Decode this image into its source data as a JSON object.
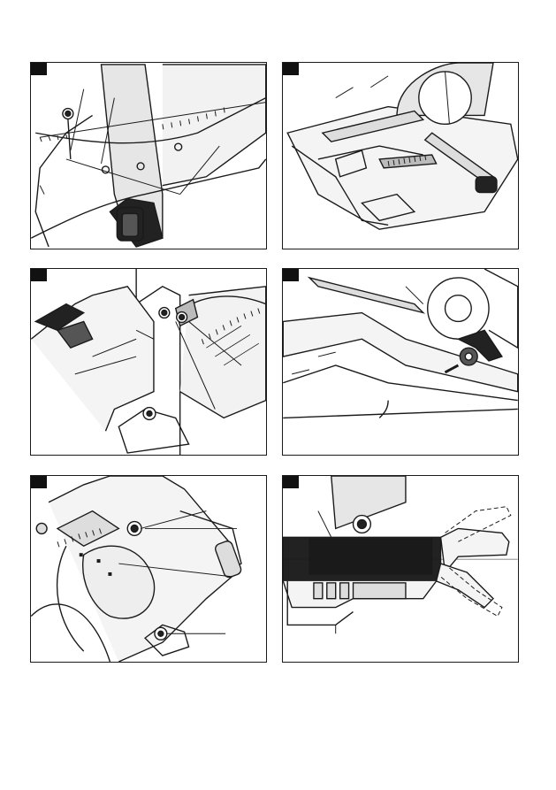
{
  "figures": [
    {
      "subject": "miter-saw-miter-scale-detail"
    },
    {
      "subject": "miter-saw-fence-and-table-overview"
    },
    {
      "subject": "miter-saw-bevel-scale-detail"
    },
    {
      "subject": "miter-saw-slide-rail-and-lock-knob"
    },
    {
      "subject": "miter-saw-bevel-pivot-and-adjusting-screws"
    },
    {
      "subject": "miter-saw-handle-positions"
    }
  ],
  "colors": {
    "line": "#1a1a1a",
    "fill_dark": "#222222",
    "fill_mid": "#9a9a9a",
    "fill_light": "#e6e6e6",
    "panel_tag": "#111111"
  }
}
